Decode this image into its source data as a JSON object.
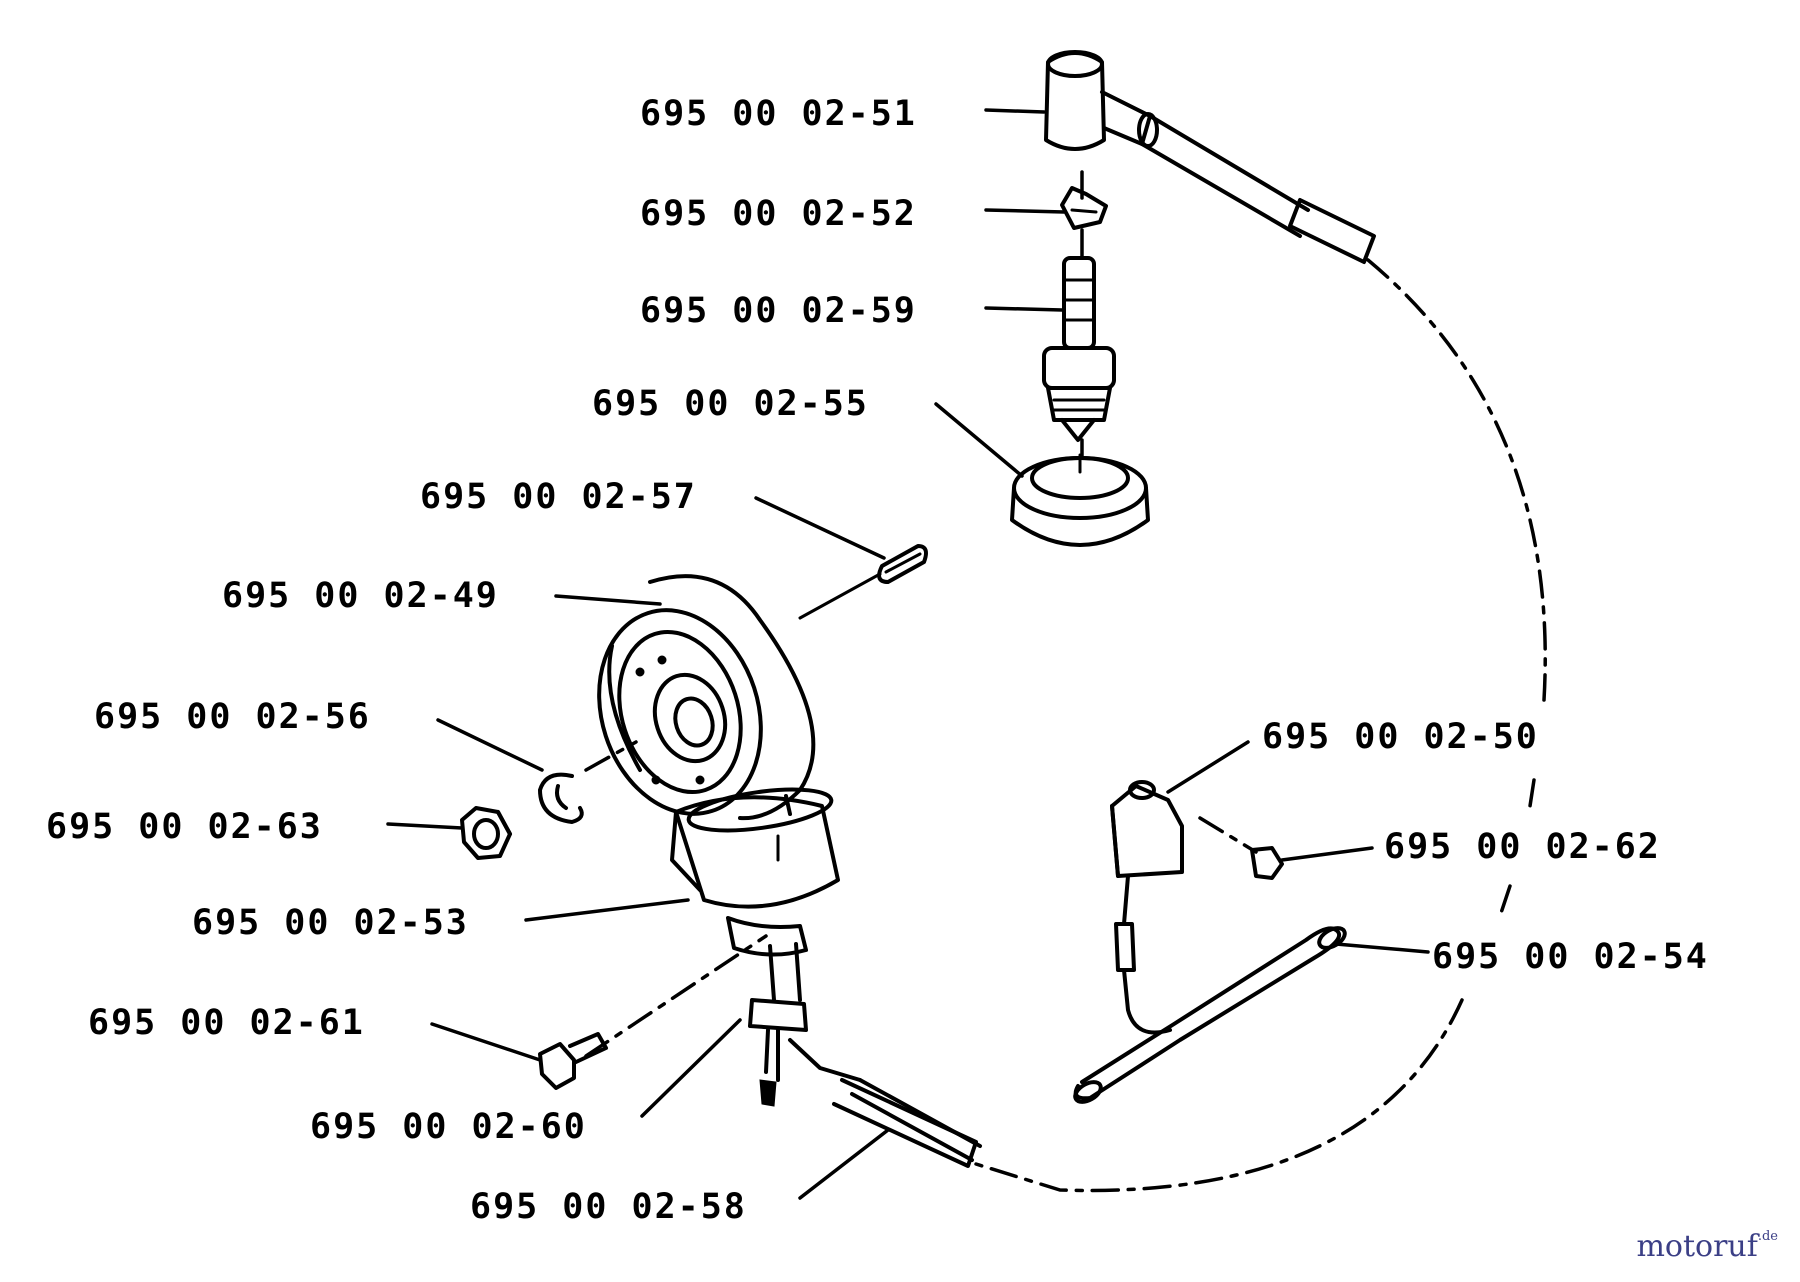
{
  "parts": [
    {
      "id": "p51",
      "number": "695 00 02-51"
    },
    {
      "id": "p52",
      "number": "695 00 02-52"
    },
    {
      "id": "p59",
      "number": "695 00 02-59"
    },
    {
      "id": "p55",
      "number": "695 00 02-55"
    },
    {
      "id": "p57",
      "number": "695 00 02-57"
    },
    {
      "id": "p49",
      "number": "695 00 02-49"
    },
    {
      "id": "p56",
      "number": "695 00 02-56"
    },
    {
      "id": "p63",
      "number": "695 00 02-63"
    },
    {
      "id": "p53",
      "number": "695 00 02-53"
    },
    {
      "id": "p61",
      "number": "695 00 02-61"
    },
    {
      "id": "p60",
      "number": "695 00 02-60"
    },
    {
      "id": "p58",
      "number": "695 00 02-58"
    },
    {
      "id": "p50",
      "number": "695 00 02-50"
    },
    {
      "id": "p62",
      "number": "695 00 02-62"
    },
    {
      "id": "p54",
      "number": "695 00 02-54"
    }
  ],
  "watermark": {
    "brand": "motoruf",
    "suffix": ".de",
    "color": "#3b3f86"
  }
}
